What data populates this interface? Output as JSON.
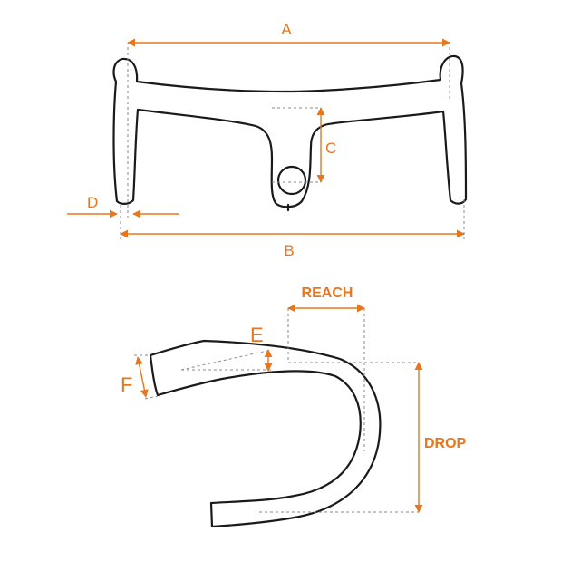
{
  "colors": {
    "accent": "#e8761e",
    "outline": "#1a1a1a",
    "guide": "#8a8a8a"
  },
  "front_view": {
    "label_a": "A",
    "label_b": "B",
    "label_c": "C",
    "label_d": "D"
  },
  "side_view": {
    "label_reach": "REACH",
    "label_drop": "DROP",
    "label_e": "E",
    "label_f": "F"
  }
}
